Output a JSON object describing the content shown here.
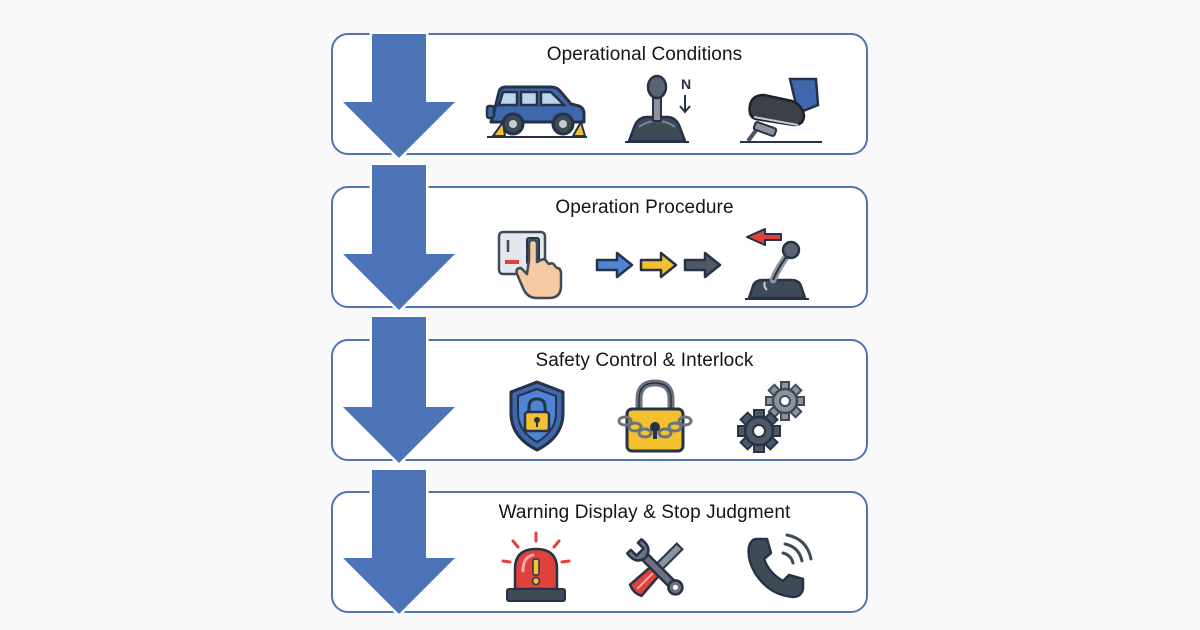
{
  "diagram": {
    "steps": [
      {
        "title": "Operational Conditions",
        "icons": [
          "car-on-wheel-chocks-icon",
          "gear-shifter-neutral-icon",
          "foot-on-brake-pedal-icon"
        ],
        "shift_label": "N"
      },
      {
        "title": "Operation Procedure",
        "icons": [
          "hand-pressing-switch-icon",
          "blue-arrow-icon",
          "yellow-arrow-icon",
          "dark-arrow-icon",
          "lever-pull-icon"
        ]
      },
      {
        "title": "Safety Control & Interlock",
        "icons": [
          "shield-lock-icon",
          "chained-padlock-icon",
          "gears-icon"
        ]
      },
      {
        "title": "Warning Display & Stop Judgment",
        "icons": [
          "warning-siren-icon",
          "wrench-screwdriver-icon",
          "phone-call-icon"
        ]
      }
    ],
    "colors": {
      "arrow": "#4d74b6",
      "card_border": "#4d74b6",
      "accent_yellow": "#f3c130",
      "accent_red": "#e0413d",
      "dark": "#3f4a57"
    }
  }
}
